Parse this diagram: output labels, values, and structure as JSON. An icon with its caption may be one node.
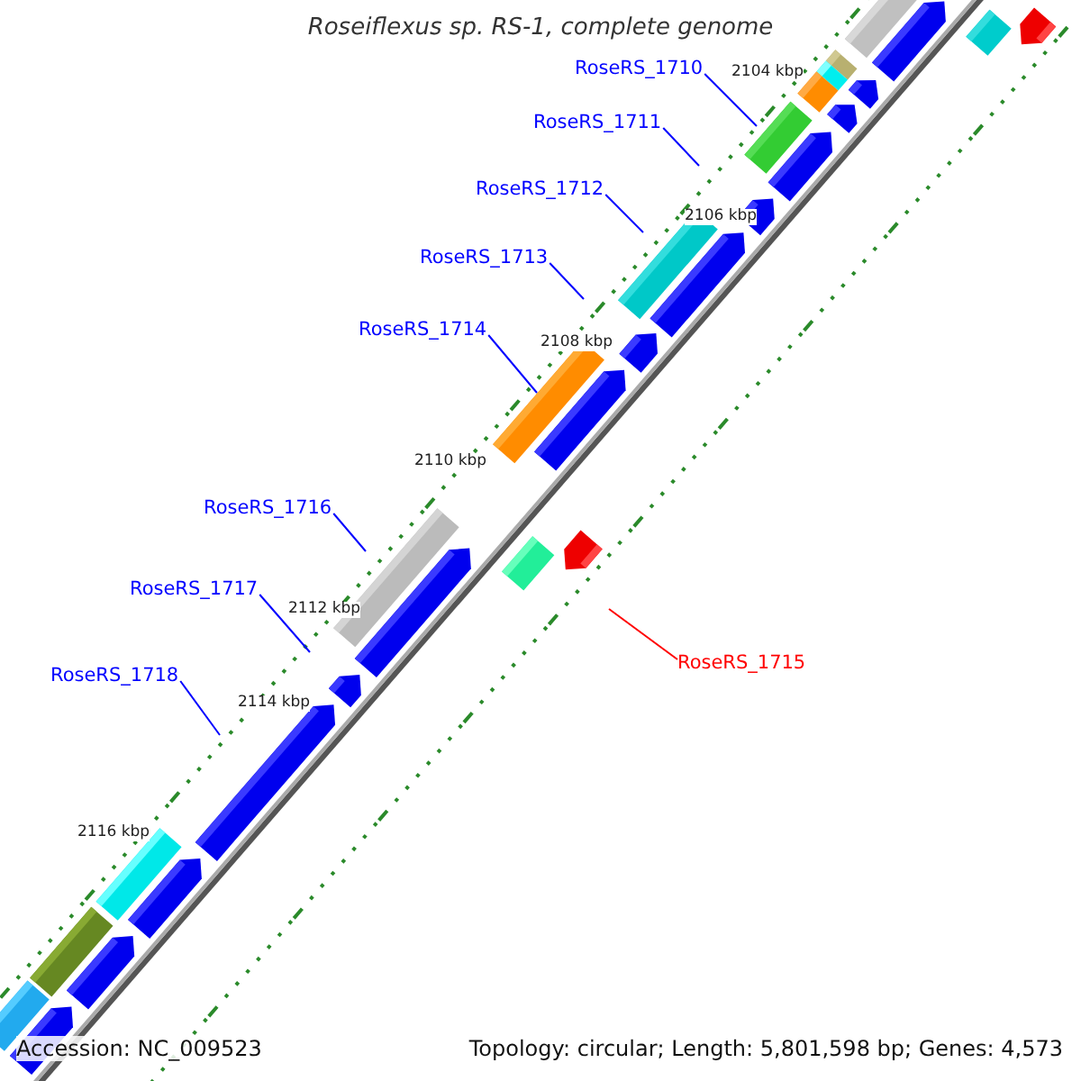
{
  "diagram": {
    "title": "Roseiflexus sp. RS-1, complete genome",
    "nodes": [
      {
        "text": [
          "RoseRS_1710"
        ]
      },
      {
        "text": [
          "RoseRS_1711"
        ]
      },
      {
        "text": [
          "RoseRS_1712"
        ]
      },
      {
        "text": [
          "RoseRS_1713"
        ]
      },
      {
        "text": [
          "RoseRS_1714"
        ]
      },
      {
        "text": [
          "RoseRS_1716"
        ]
      },
      {
        "text": [
          "RoseRS_1717"
        ]
      },
      {
        "text": [
          "RoseRS_1715"
        ]
      },
      {
        "text": [
          "RoseRS_1718"
        ]
      }
    ],
    "edges": [
      {
        "from": 0,
        "to": null,
        "arrow": "none"
      },
      {
        "from": 1,
        "to": null,
        "arrow": "none"
      },
      {
        "from": 2,
        "to": null,
        "arrow": "none"
      },
      {
        "from": 3,
        "to": null,
        "arrow": "none"
      },
      {
        "from": 4,
        "to": null,
        "arrow": "none"
      },
      {
        "from": 5,
        "to": null,
        "arrow": "none"
      },
      {
        "from": 6,
        "to": null,
        "arrow": "none"
      },
      {
        "from": 7,
        "to": null,
        "arrow": "none",
        "color": "#ff0000"
      },
      {
        "from": 8,
        "to": null,
        "arrow": "none"
      }
    ],
    "labels": [
      "2104 kbp",
      "2106 kbp",
      "2108 kbp",
      "2110 kbp",
      "2112 kbp",
      "2114 kbp",
      "2116 kbp",
      "Accession: NC_009523",
      "Topology: circular; Length: 5,801,598 bp; Genes: 4,573"
    ]
  }
}
